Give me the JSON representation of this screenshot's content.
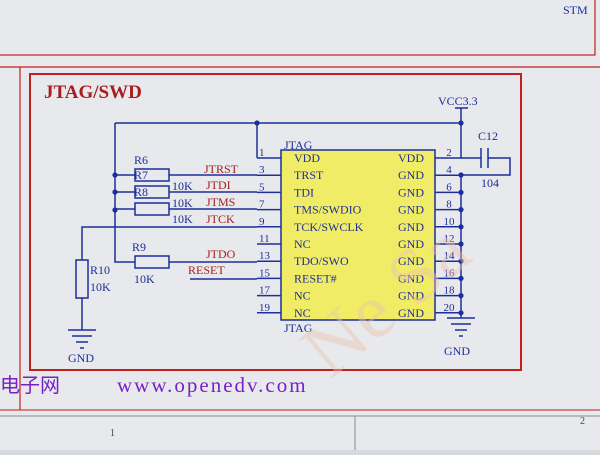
{
  "frame": {
    "top_right_text": "STM",
    "section_title": "JTAG/SWD",
    "website": "www.openedv.com",
    "chinese_prefix": "电子网",
    "zone_1": "1",
    "zone_2": "2"
  },
  "connector": {
    "ref": "JTAG",
    "value": "JTAG",
    "left_pins": [
      {
        "num": "1",
        "name": "VDD"
      },
      {
        "num": "3",
        "name": "TRST"
      },
      {
        "num": "5",
        "name": "TDI"
      },
      {
        "num": "7",
        "name": "TMS/SWDIO"
      },
      {
        "num": "9",
        "name": "TCK/SWCLK"
      },
      {
        "num": "11",
        "name": "NC"
      },
      {
        "num": "13",
        "name": "TDO/SWO"
      },
      {
        "num": "15",
        "name": "RESET#"
      },
      {
        "num": "17",
        "name": "NC"
      },
      {
        "num": "19",
        "name": "NC"
      }
    ],
    "right_pins": [
      {
        "num": "2",
        "name": "VDD"
      },
      {
        "num": "4",
        "name": "GND"
      },
      {
        "num": "6",
        "name": "GND"
      },
      {
        "num": "8",
        "name": "GND"
      },
      {
        "num": "10",
        "name": "GND"
      },
      {
        "num": "12",
        "name": "GND"
      },
      {
        "num": "14",
        "name": "GND"
      },
      {
        "num": "16",
        "name": "GND"
      },
      {
        "num": "18",
        "name": "GND"
      },
      {
        "num": "20",
        "name": "GND"
      }
    ]
  },
  "nets": {
    "power": "VCC3.3",
    "jtrst": "JTRST",
    "jtdi": "JTDI",
    "jtms": "JTMS",
    "jtck": "JTCK",
    "jtdo": "JTDO",
    "reset": "RESET",
    "gnd_left": "GND",
    "gnd_right": "GND"
  },
  "components": {
    "r6": "R6",
    "r7": "R7",
    "r8": "R8",
    "r9": "R9",
    "r10": "R10",
    "r7_val": "10K",
    "r8_val": "10K",
    "r6_val": "10K",
    "r9_val": "10K",
    "r10_val": "10K",
    "c12": "C12",
    "c12_val": "104"
  },
  "colors": {
    "wire": "#1d2f9a",
    "border": "#c21f1f",
    "net_label": "#a81e1e",
    "connector_fill": "#f1ec66",
    "website": "#7a20c6"
  }
}
